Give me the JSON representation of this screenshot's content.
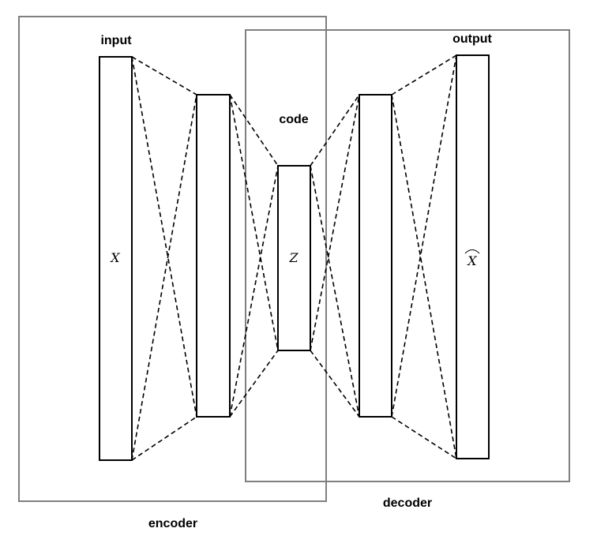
{
  "labels": {
    "input": "input",
    "output": "output",
    "code": "code",
    "encoder": "encoder",
    "decoder": "decoder"
  },
  "symbols": {
    "input_layer": "X",
    "code_layer": "Z",
    "output_layer": "X"
  },
  "colors": {
    "group_border": "#7f7f7f",
    "layer_border": "#000000"
  }
}
